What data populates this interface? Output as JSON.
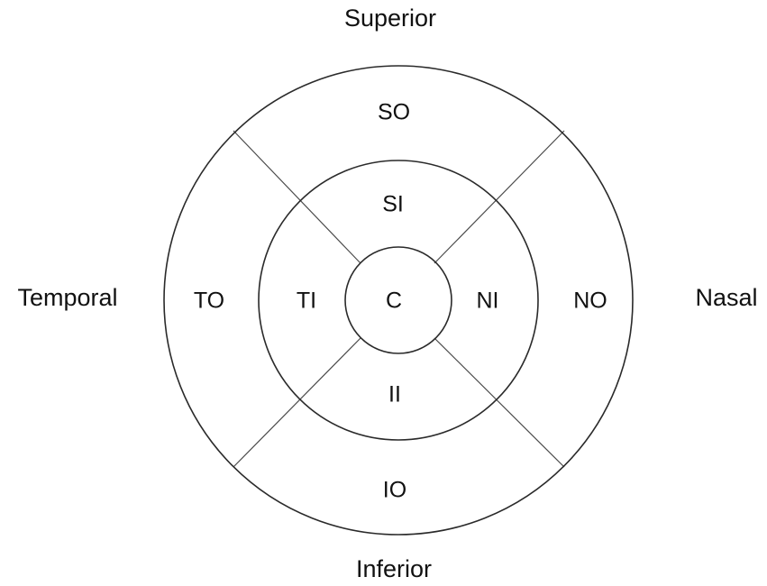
{
  "directions": {
    "superior": "Superior",
    "inferior": "Inferior",
    "temporal": "Temporal",
    "nasal": "Nasal"
  },
  "regions": {
    "center": "C",
    "superior_inner": "SI",
    "inferior_inner": "II",
    "temporal_inner": "TI",
    "nasal_inner": "NI",
    "superior_outer": "SO",
    "inferior_outer": "IO",
    "temporal_outer": "TO",
    "nasal_outer": "NO"
  },
  "colors": {
    "stroke": "#2a2a2a",
    "text": "#111111",
    "background": "#ffffff"
  }
}
